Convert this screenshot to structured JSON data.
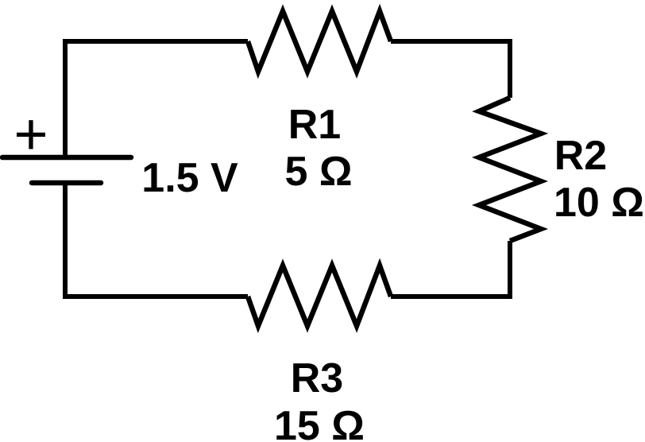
{
  "diagram": {
    "type": "series-circuit-schematic",
    "background_color": "#ffffff",
    "stroke_color": "#000000",
    "battery": {
      "voltage_label": "1.5 V",
      "polarity_symbol": "+"
    },
    "resistors": [
      {
        "name": "R1",
        "value": "5 Ω",
        "orientation": "horizontal",
        "position": "top"
      },
      {
        "name": "R2",
        "value": "10 Ω",
        "orientation": "vertical",
        "position": "right"
      },
      {
        "name": "R3",
        "value": "15 Ω",
        "orientation": "horizontal",
        "position": "bottom"
      }
    ]
  }
}
